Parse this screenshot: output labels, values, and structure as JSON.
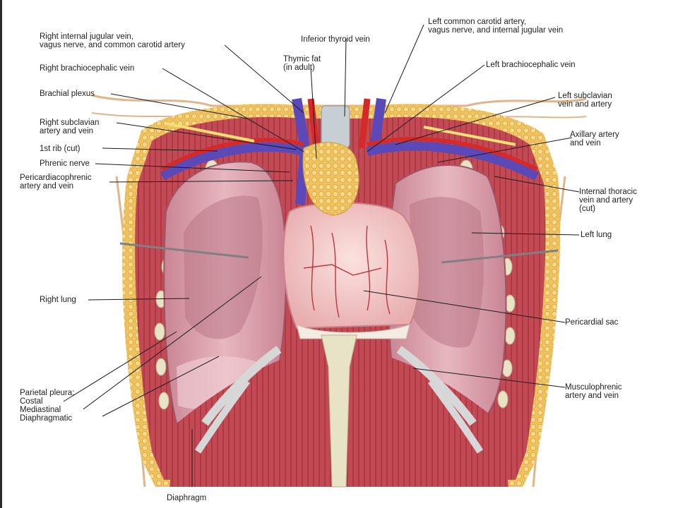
{
  "labels": {
    "right_ijv": "Right internal jugular vein,\nvagus nerve, and common carotid artery",
    "inferior_thyroid": "Inferior thyroid vein",
    "left_common_carotid": "Left common carotid artery,\nvagus nerve, and internal jugular vein",
    "thymic_fat": "Thymic fat\n(in adult)",
    "right_brachiocephalic": "Right brachiocephalic vein",
    "left_brachiocephalic": "Left brachiocephalic vein",
    "brachial_plexus": "Brachial plexus",
    "left_subclavian": "Left subclavian\nvein and artery",
    "right_subclavian": "Right subclavian\nartery and vein",
    "axillary": "Axillary artery\nand vein",
    "first_rib": "1st rib (cut)",
    "phrenic": "Phrenic nerve",
    "pericardiacophrenic": "Pericardiacophrenic\nartery and vein",
    "internal_thoracic": "Internal thoracic\nvein and artery\n(cut)",
    "left_lung": "Left lung",
    "right_lung": "Right lung",
    "pericardial_sac": "Pericardial sac",
    "parietal_pleura": "Parietal pleura:\nCostal\nMediastinal\nDiaphragmatic",
    "musculophrenic": "Musculophrenic\nartery and vein",
    "diaphragm": "Diaphragm"
  },
  "colors": {
    "leader_line": "#1a1a1a",
    "muscle": "#c0404a",
    "fat": "#f1c75a",
    "lung": "#d99aa6",
    "pericardium": "#f3ccc8",
    "vein": "#5b49b8",
    "artery": "#d52a2a",
    "bone": "#e6e2c2"
  }
}
